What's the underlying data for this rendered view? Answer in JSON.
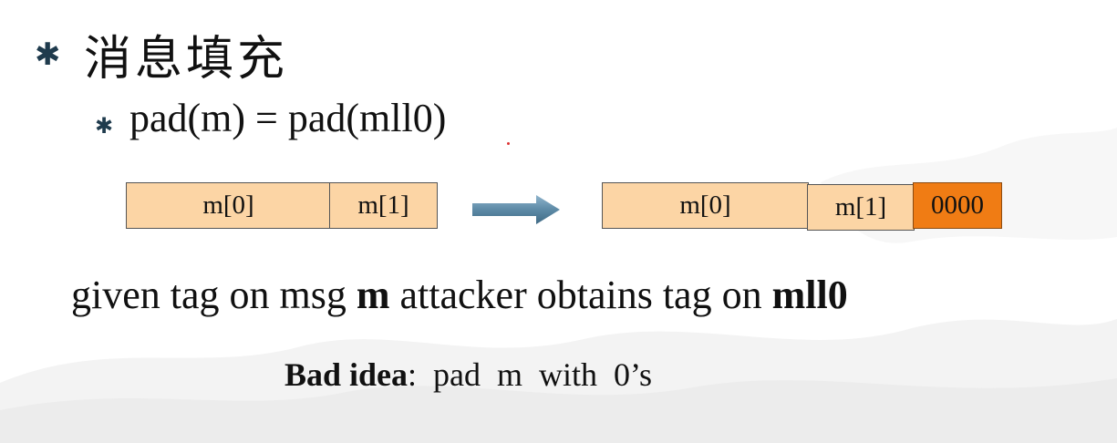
{
  "slide": {
    "title": "消息填充",
    "subline": "pad(m) = pad(mll0)",
    "before_blocks": [
      "m[0]",
      "m[1]"
    ],
    "after_blocks": [
      "m[0]",
      "m[1]",
      "0000"
    ],
    "given": {
      "part1": "given tag on msg ",
      "m": "m",
      "part2": " attacker obtains tag on ",
      "mll0": "mll0"
    },
    "bad": {
      "label": "Bad idea",
      "rest": ":  pad  m  with  0’s"
    },
    "colors": {
      "block_fill": "#fcd5a5",
      "pad_fill": "#f07c14",
      "arrow": "#5d8aa6"
    },
    "icons": [
      "bullet-star-icon",
      "arrow-right-icon"
    ]
  }
}
